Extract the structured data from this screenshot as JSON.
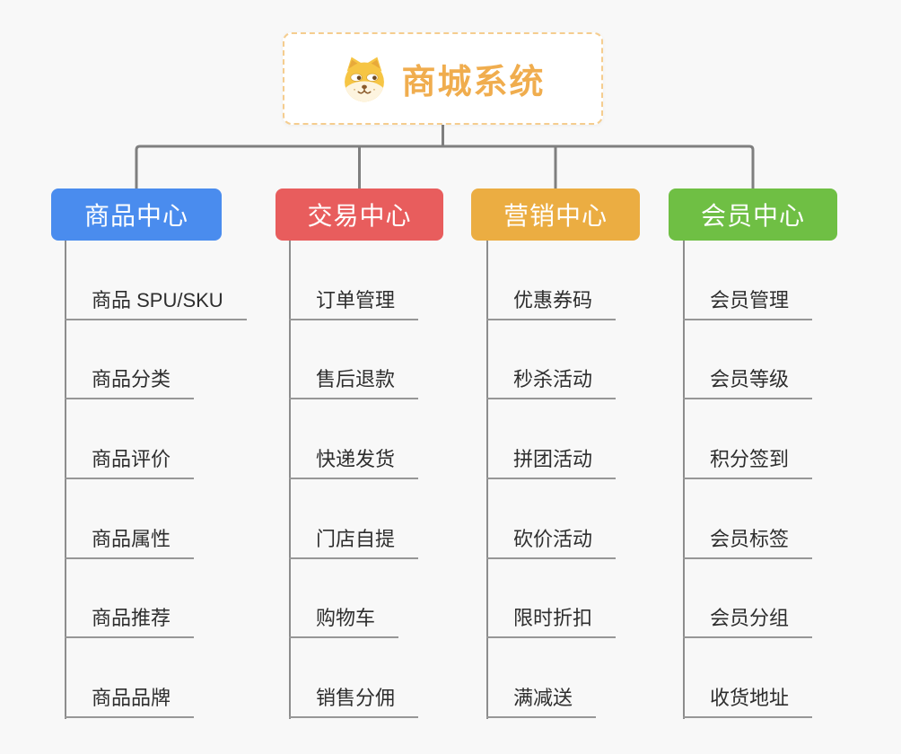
{
  "root": {
    "title": "商城系统",
    "icon": "dog-face-icon",
    "accent_color": "#F0AD4E",
    "border_color": "#F5CD8F"
  },
  "connector_color": "#7F7F7F",
  "branches": [
    {
      "label": "商品中心",
      "color": "#4A8CEE",
      "children": [
        "商品 SPU/SKU",
        "商品分类",
        "商品评价",
        "商品属性",
        "商品推荐",
        "商品品牌"
      ]
    },
    {
      "label": "交易中心",
      "color": "#E85D5D",
      "children": [
        "订单管理",
        "售后退款",
        "快递发货",
        "门店自提",
        "购物车",
        "销售分佣"
      ]
    },
    {
      "label": "营销中心",
      "color": "#EBAD42",
      "children": [
        "优惠券码",
        "秒杀活动",
        "拼团活动",
        "砍价活动",
        "限时折扣",
        "满减送"
      ]
    },
    {
      "label": "会员中心",
      "color": "#6FBF44",
      "children": [
        "会员管理",
        "会员等级",
        "积分签到",
        "会员标签",
        "会员分组",
        "收货地址"
      ]
    }
  ]
}
